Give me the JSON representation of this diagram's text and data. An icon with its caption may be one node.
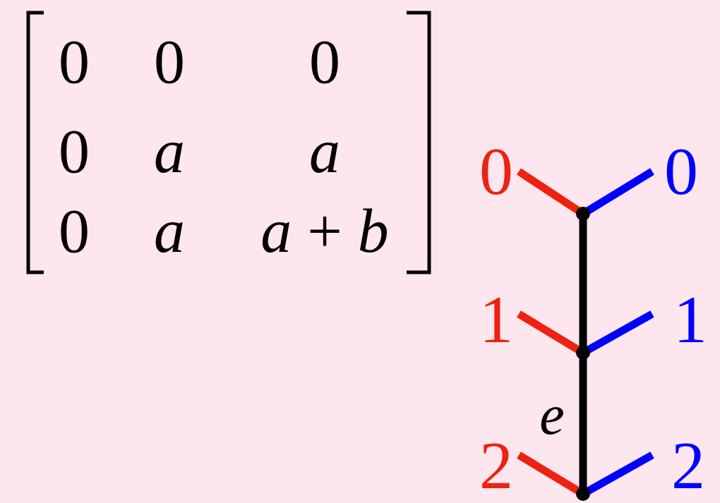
{
  "diagram": {
    "nodes": [
      {
        "text": [
          "0"
        ]
      },
      {
        "text": [
          "0"
        ]
      },
      {
        "text": [
          "1"
        ]
      },
      {
        "text": [
          "1"
        ]
      },
      {
        "text": [
          "2"
        ]
      },
      {
        "text": [
          "2"
        ]
      },
      {
        "text": [],
        "shape": "point"
      },
      {
        "text": [],
        "shape": "point"
      },
      {
        "text": [],
        "shape": "point"
      }
    ],
    "edges": [
      {
        "from": 0,
        "to": 6,
        "arrow": "none",
        "color": "#ee2211"
      },
      {
        "from": 6,
        "to": 1,
        "arrow": "none",
        "color": "#0000ff"
      },
      {
        "from": 2,
        "to": 7,
        "arrow": "none",
        "color": "#ee2211"
      },
      {
        "from": 7,
        "to": 3,
        "arrow": "none",
        "color": "#0000ff"
      },
      {
        "from": 4,
        "to": 8,
        "arrow": "none",
        "color": "#ee2211"
      },
      {
        "from": 8,
        "to": 5,
        "arrow": "none",
        "color": "#0000ff"
      },
      {
        "from": 6,
        "to": 7,
        "arrow": "none",
        "color": "#000000"
      },
      {
        "from": 7,
        "to": 8,
        "arrow": "none",
        "color": "#000000",
        "label": "e"
      }
    ],
    "labels": [
      "0",
      "0",
      "0",
      "0",
      "a",
      "a",
      "0",
      "a",
      "*a* + *b*"
    ]
  }
}
